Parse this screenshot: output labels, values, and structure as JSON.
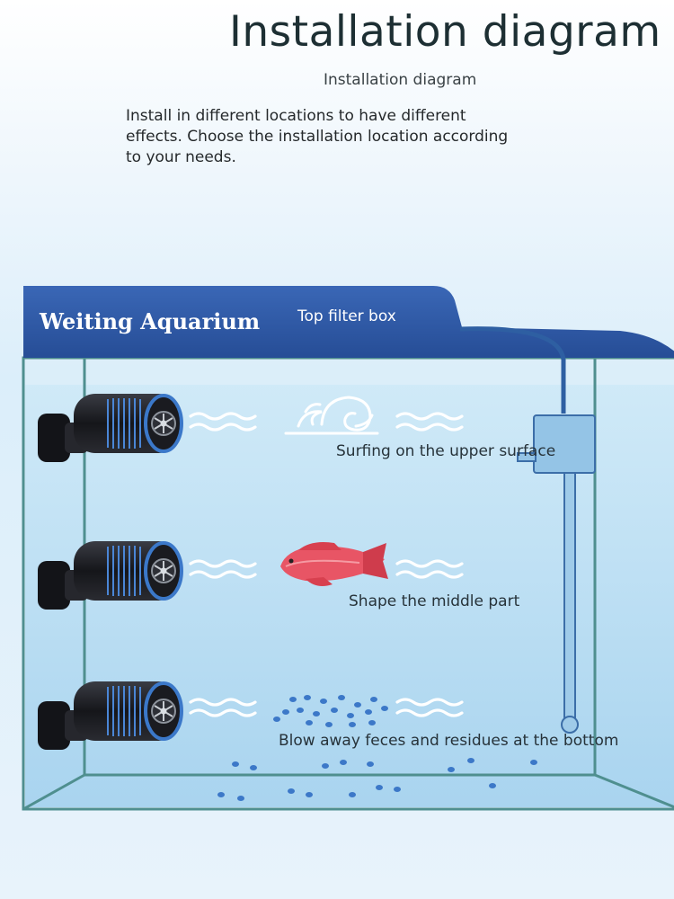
{
  "header": {
    "title": "Installation diagram",
    "subtitle": "Installation diagram",
    "description": "Install in different locations to have different effects. Choose the installation location according to your needs."
  },
  "tank": {
    "brand": "Weiting Aquarium",
    "filter_label": "Top filter box"
  },
  "zones": [
    {
      "label": "Surfing on the upper surface",
      "icon": "wave-swirl-icon"
    },
    {
      "label": "Shape the middle part",
      "icon": "arowana-fish-icon"
    },
    {
      "label": "Blow away feces and residues at the bottom",
      "icon": "residue-dots-icon"
    }
  ],
  "colors": {
    "lid_blue": "#2f5aa8",
    "water": "#bfe0f5",
    "glass_edge": "#4f8f8f",
    "pump_body": "#1c1d22",
    "pump_accent": "#3b78c9",
    "fish": "#e85565"
  }
}
